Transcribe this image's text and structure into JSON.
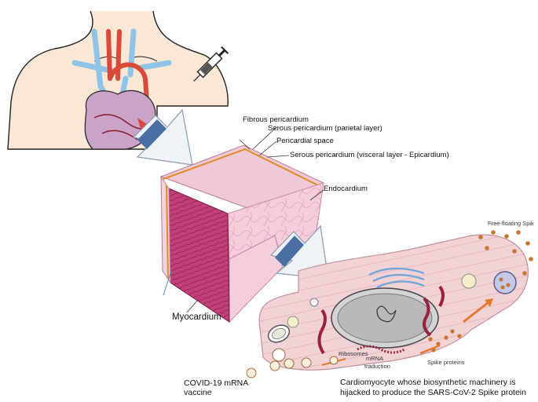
{
  "diagram": {
    "labels": {
      "fibrous_pericardium": "Fibrous pericardium",
      "serous_parietal": "Serous pericardium (parietal layer)",
      "pericardial_space": "Pericardial space",
      "serous_visceral": "Serous pericardium (visceral layer - Epicardium)",
      "endocardium": "Endocardium",
      "myocardium": "Myocardium",
      "free_floating_spike": "Free-floating Spik",
      "ribosomes": "Ribosomes",
      "mrna_traduction_line1": "mRNA",
      "mrna_traduction_line2": "traduction",
      "spike_proteins": "Spike proteins",
      "vaccine_line1": "COVID-19 mRNA",
      "vaccine_line2": "vaccine",
      "caption_line1": "Cardiomyocyte  whose biosynthetic machinery is",
      "caption_line2": "hijacked to produce the SARS-CoV-2 Spike protein"
    },
    "colors": {
      "myocardium": "#c2407a",
      "endocardium": "#f3c6d8",
      "pericardium": "#f0c9d6",
      "epicardium_line": "#e08a2a",
      "arrow_fill": "#eef3f8",
      "arrow_band": "#4a6fa5",
      "cell_fill": "#f1d3d6",
      "nucleus": "#b9b9b9",
      "spike_dots": "#c87530",
      "vein": "#8fc3e8",
      "artery": "#d94a3a"
    },
    "icons": [
      "syringe-icon",
      "mrna-particle-icon",
      "nucleus-icon",
      "golgi-icon",
      "mitochondria-icon"
    ]
  }
}
